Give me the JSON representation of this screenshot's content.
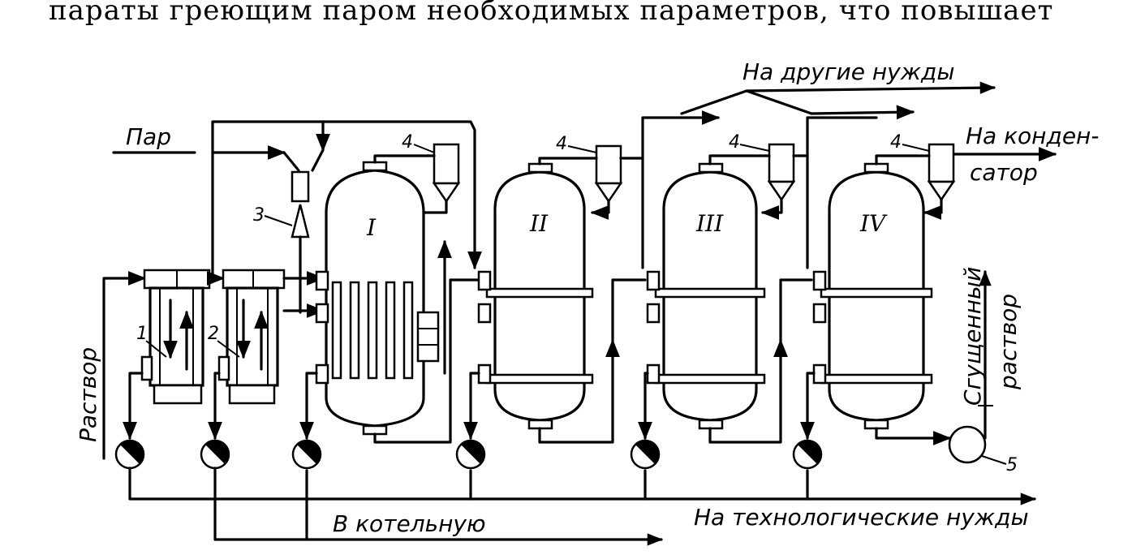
{
  "page": {
    "top_text": "параты греющим паром необходимых параметров, что повышает"
  },
  "labels": {
    "steam": "Пар",
    "other_needs": "На другие нужды",
    "to_condenser_1": "На конден-",
    "to_condenser_2": "сатор",
    "solution": "Раствор",
    "thick_solution_1": "Сгущенный",
    "thick_solution_2": "раствор",
    "to_boiler": "В котельную",
    "tech_needs": "На технологические нужды"
  },
  "numbers": {
    "n1": "1",
    "n2": "2",
    "n3": "3",
    "n4": "4",
    "n5": "5"
  },
  "stages": [
    "I",
    "II",
    "III",
    "IV"
  ]
}
